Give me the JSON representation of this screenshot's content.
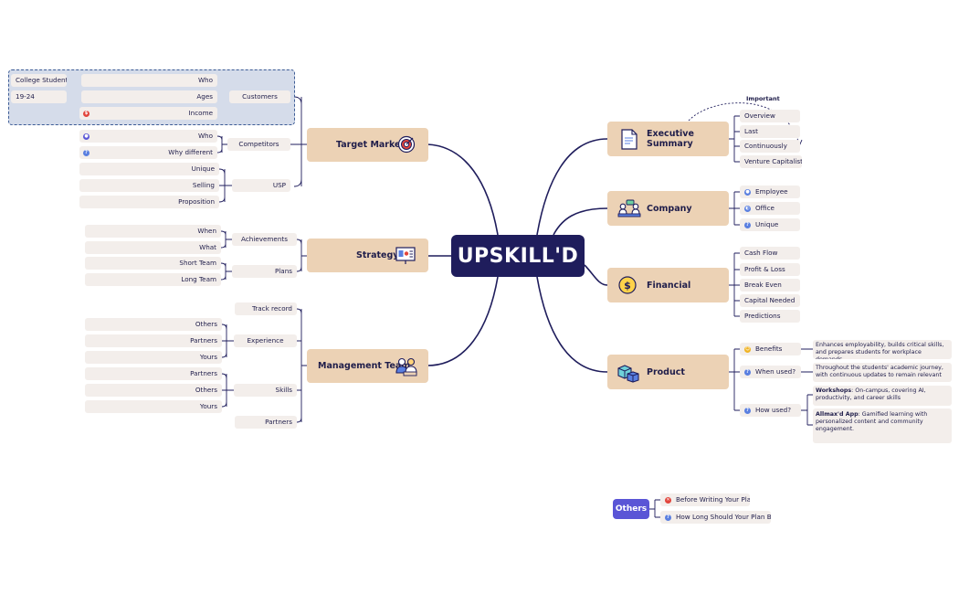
{
  "center": "UPSKILL'D",
  "target_market": {
    "title": "Target Market",
    "customers": "Customers",
    "who": "Who",
    "college_students": "College Students",
    "ages": "Ages",
    "age_range": "19-24",
    "income": "Income",
    "competitors": "Competitors",
    "comp_who": "Who",
    "why_different": "Why different",
    "usp": "USP",
    "unique": "Unique",
    "selling": "Selling",
    "proposition": "Proposition"
  },
  "strategy": {
    "title": "Strategy",
    "achievements": "Achievements",
    "when": "When",
    "what": "What",
    "plans": "Plans",
    "short_team": "Short Team",
    "long_team": "Long Team"
  },
  "management": {
    "title": "Management Team",
    "track_record": "Track record",
    "experience": "Experience",
    "exp_others": "Others",
    "exp_partners": "Partners",
    "exp_yours": "Yours",
    "skills": "Skills",
    "sk_partners": "Partners",
    "sk_others": "Others",
    "sk_yours": "Yours",
    "partners": "Partners"
  },
  "executive": {
    "title": "Executive Summary",
    "important": "Important",
    "overview": "Overview",
    "last": "Last",
    "continuously": "Continuously",
    "vc": "Venture Capitalists"
  },
  "company": {
    "title": "Company",
    "employee": "Employee",
    "office": "Office",
    "unique": "Unique"
  },
  "financial": {
    "title": "Financial",
    "cash_flow": "Cash Flow",
    "profit_loss": "Profit & Loss",
    "break_even": "Break Even",
    "capital": "Capital Needed",
    "predictions": "Predictions"
  },
  "product": {
    "title": "Product",
    "benefits": "Benefits",
    "benefits_text": "Enhances employability, builds critical skills, and prepares students for workplace demands",
    "when_used": "When used?",
    "when_text": "Throughout the students' academic journey, with continuous updates to remain relevant",
    "how_used": "How used?",
    "workshops_label": "Workshops",
    "workshops_text": ": On-campus, covering AI, productivity, and career skills",
    "app_label": "Allmax'd App",
    "app_text": ": Gamified learning with personalized content and community engagement."
  },
  "others": {
    "title": "Others",
    "before": "Before Writing Your Plan",
    "how_long": "How Long Should Your Plan Be?"
  },
  "colors": {
    "navy": "#1f1d5c",
    "main_node": "#ecd2b5",
    "leaf_node": "#f3eeeb",
    "selection": "#d5dcea",
    "accent_purple": "#5a55d6",
    "red": "#e2453c",
    "blue": "#5a7fe0"
  }
}
